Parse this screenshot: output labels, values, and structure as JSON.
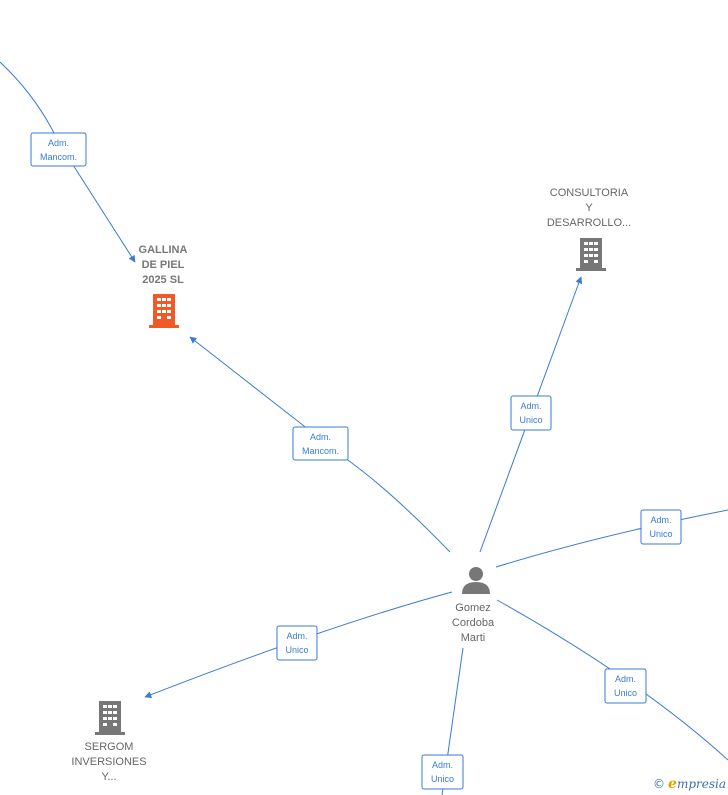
{
  "colors": {
    "edge": "#3a7bd5",
    "company": "#777777",
    "company_highlight": "#f05a28",
    "person": "#777777",
    "brand": "#3a6fb0",
    "brand_accent": "#e8a000"
  },
  "nodes": {
    "gallina": {
      "lines": [
        "GALLINA",
        "DE PIEL",
        "2025  SL"
      ],
      "icon": "building-icon",
      "highlight": true
    },
    "consultoria": {
      "lines": [
        "CONSULTORIA",
        "Y",
        "DESARROLLO..."
      ],
      "icon": "building-icon",
      "highlight": false
    },
    "sergom": {
      "lines": [
        "SERGOM",
        "INVERSIONES",
        "Y..."
      ],
      "icon": "building-icon",
      "highlight": false
    },
    "person": {
      "lines": [
        "Gomez",
        "Cordoba",
        "Marti"
      ],
      "icon": "person-icon"
    }
  },
  "edges": [
    {
      "id": "top-to-gallina",
      "label": [
        "Adm.",
        "Mancom."
      ]
    },
    {
      "id": "person-to-gallina",
      "label": [
        "Adm.",
        "Mancom."
      ]
    },
    {
      "id": "person-to-consultoria",
      "label": [
        "Adm.",
        "Unico"
      ]
    },
    {
      "id": "person-to-right-upper",
      "label": [
        "Adm.",
        "Unico"
      ]
    },
    {
      "id": "person-to-sergom",
      "label": [
        "Adm.",
        "Unico"
      ]
    },
    {
      "id": "person-to-right-lower",
      "label": [
        "Adm.",
        "Unico"
      ]
    },
    {
      "id": "person-to-bottom",
      "label": [
        "Adm.",
        "Unico"
      ]
    }
  ],
  "brand": {
    "copyright": "©",
    "initial": "e",
    "rest": "mpresia"
  }
}
